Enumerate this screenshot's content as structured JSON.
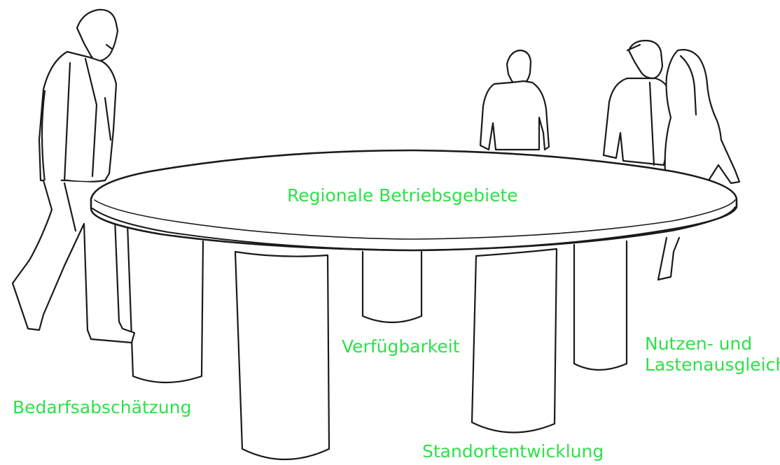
{
  "colors": {
    "label": "#2ee04a",
    "line": "#1a1a1a",
    "background": "#ffffff"
  },
  "diagram": {
    "table_label": "Regionale Betriebsgebiete",
    "pillars": {
      "bedarf": "Bedarfsabschätzung",
      "verfuegbarkeit": "Verfügbarkeit",
      "nutzen_line1": "Nutzen- und",
      "nutzen_line2": "Lastenausgleich",
      "standort": "Standortentwicklung"
    }
  }
}
